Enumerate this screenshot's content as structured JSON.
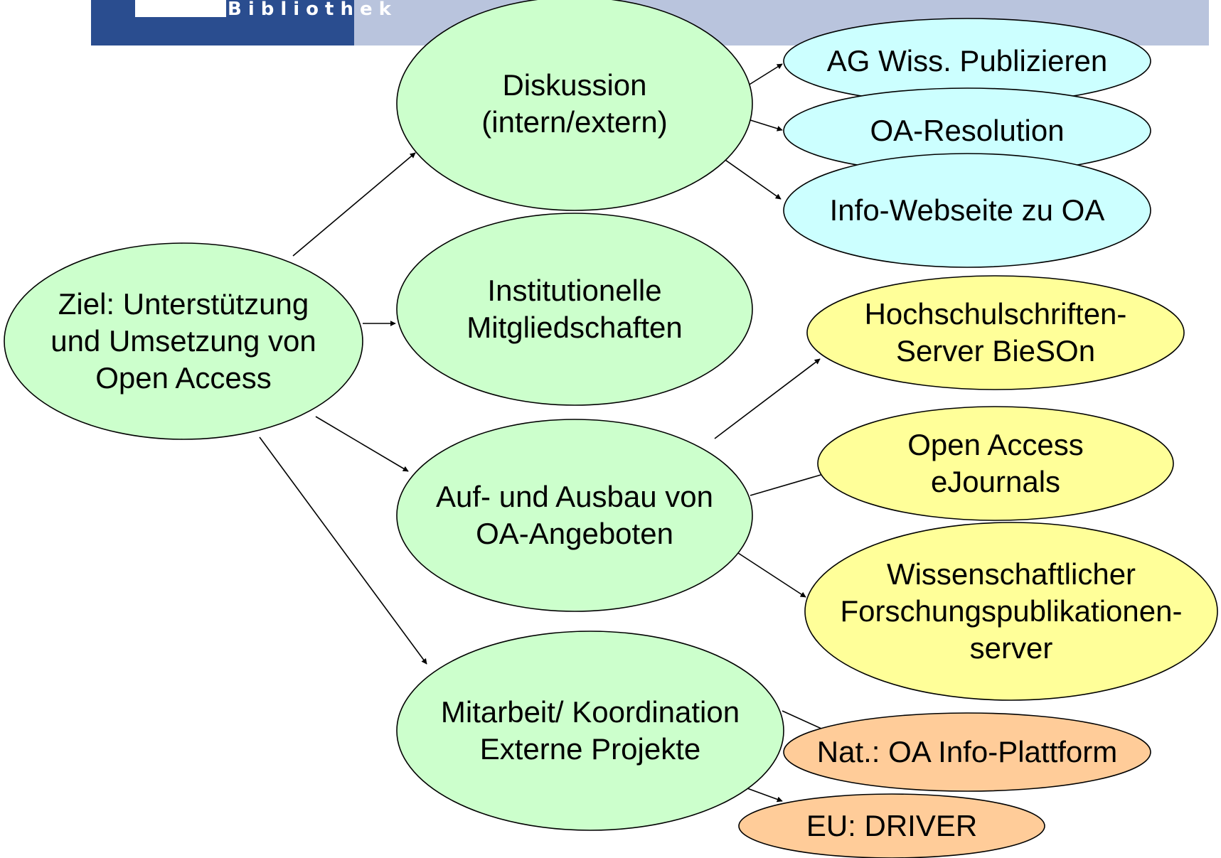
{
  "header": {
    "logo_text": "Bibliothek"
  },
  "colors": {
    "header_band": "#b9c4dd",
    "logo_block": "#2a4d8f",
    "green": "#ccffcc",
    "cyan": "#ccffff",
    "yellow": "#ffff99",
    "orange": "#ffcc99",
    "stroke": "#000000"
  },
  "nodes": {
    "ziel": {
      "lines": [
        "Ziel: Unterstützung",
        "und Umsetzung von",
        "Open Access"
      ],
      "color": "green"
    },
    "diskussion": {
      "lines": [
        "Diskussion",
        "(intern/extern)"
      ],
      "color": "green"
    },
    "mitglied": {
      "lines": [
        "Institutionelle",
        "Mitgliedschaften"
      ],
      "color": "green"
    },
    "ausbau": {
      "lines": [
        "Auf- und Ausbau von",
        "OA-Angeboten"
      ],
      "color": "green"
    },
    "mitarbeit": {
      "lines": [
        "Mitarbeit/ Koordination",
        "Externe Projekte"
      ],
      "color": "green"
    },
    "ag": {
      "lines": [
        "AG Wiss. Publizieren"
      ],
      "color": "cyan"
    },
    "resolution": {
      "lines": [
        "OA-Resolution"
      ],
      "color": "cyan"
    },
    "webseite": {
      "lines": [
        "Info-Webseite zu OA"
      ],
      "color": "cyan"
    },
    "bieson": {
      "lines": [
        "Hochschulschriften-",
        "Server BieSOn"
      ],
      "color": "yellow"
    },
    "ejournals": {
      "lines": [
        "Open Access",
        "eJournals"
      ],
      "color": "yellow"
    },
    "forschung": {
      "lines": [
        "Wissenschaftlicher",
        "Forschungspublikationen-",
        "server"
      ],
      "color": "yellow"
    },
    "plattform": {
      "lines": [
        "Nat.: OA Info-Plattform"
      ],
      "color": "orange"
    },
    "driver": {
      "lines": [
        "EU: DRIVER"
      ],
      "color": "orange"
    }
  },
  "edges": [
    {
      "from": "ziel",
      "to": "diskussion"
    },
    {
      "from": "ziel",
      "to": "mitglied"
    },
    {
      "from": "ziel",
      "to": "ausbau"
    },
    {
      "from": "ziel",
      "to": "mitarbeit"
    },
    {
      "from": "diskussion",
      "to": "ag"
    },
    {
      "from": "diskussion",
      "to": "resolution"
    },
    {
      "from": "diskussion",
      "to": "webseite"
    },
    {
      "from": "ausbau",
      "to": "bieson"
    },
    {
      "from": "ausbau",
      "to": "ejournals"
    },
    {
      "from": "ausbau",
      "to": "forschung"
    },
    {
      "from": "mitarbeit",
      "to": "plattform"
    },
    {
      "from": "mitarbeit",
      "to": "driver"
    }
  ]
}
